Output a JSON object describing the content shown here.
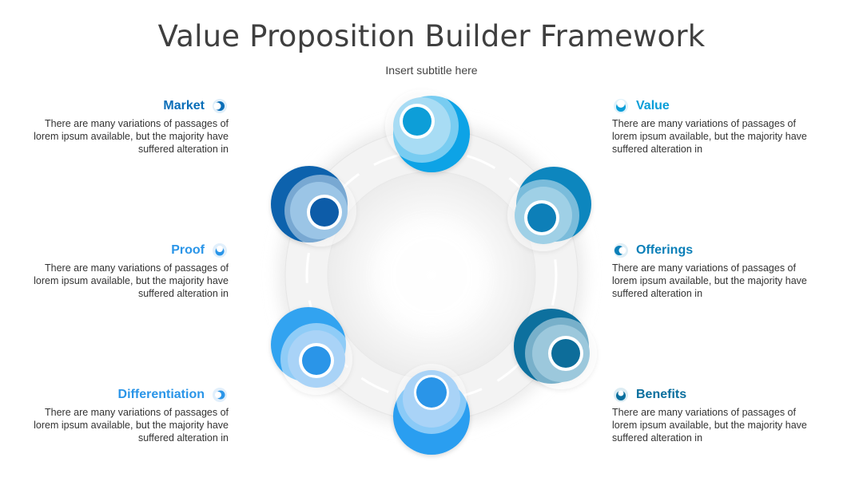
{
  "title": "Value Proposition Builder Framework",
  "subtitle": "Insert subtitle here",
  "items": [
    {
      "label": "Market",
      "color": "#0a6eb8",
      "text": "There are many variations of passages of lorem ipsum available, but the majority have suffered alteration in"
    },
    {
      "label": "Proof",
      "color": "#2a95e8",
      "text": "There are many variations of passages of lorem ipsum available, but the majority have suffered alteration in"
    },
    {
      "label": "Differentiation",
      "color": "#2a95e8",
      "text": "There are many variations of passages of lorem ipsum available, but the majority have suffered alteration in"
    },
    {
      "label": "Value",
      "color": "#0a9ed8",
      "text": "There are many variations of passages of lorem ipsum available, but the majority have suffered alteration in"
    },
    {
      "label": "Offerings",
      "color": "#0b7fb8",
      "text": "There are many variations of passages of lorem ipsum available, but the majority have suffered alteration in"
    },
    {
      "label": "Benefits",
      "color": "#0a6f9e",
      "text": "There are many variations of passages of lorem ipsum available, but the majority have suffered alteration in"
    }
  ],
  "colors": {
    "value_outer": "#0aa3e6",
    "value_ring": "#a8dcf4",
    "value_core": "#0a9ed8",
    "offerings_outer": "#0d86be",
    "offerings_ring": "#9fd0e6",
    "offerings_core": "#0b7fb8",
    "benefits_outer": "#0a6f9e",
    "benefits_ring": "#9cc8dc",
    "benefits_core": "#096d9a",
    "bottom_outer": "#2a9ef0",
    "bottom_ring": "#a9d3f7",
    "bottom_core": "#2a95e8",
    "diff_outer": "#33a3f0",
    "diff_ring": "#a9d3f7",
    "diff_core": "#2a95e8",
    "market_outer": "#0a62ad",
    "market_ring": "#9bc5e6",
    "market_core": "#0a5ca8"
  }
}
